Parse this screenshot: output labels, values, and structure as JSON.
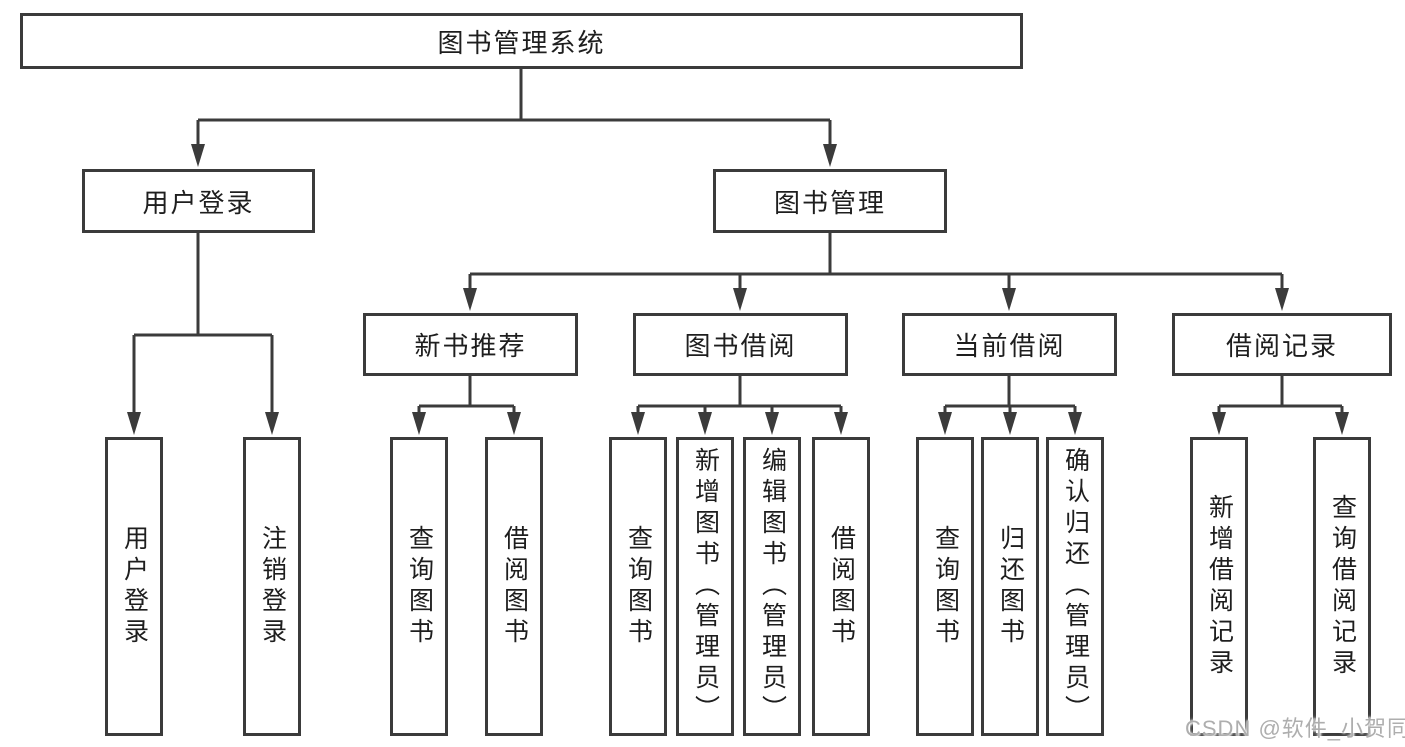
{
  "diagram": {
    "type": "tree-structure-chart",
    "root": {
      "label": "图书管理系统",
      "children": [
        {
          "label": "用户登录",
          "children": [
            {
              "label": "用户登录"
            },
            {
              "label": "注销登录"
            }
          ]
        },
        {
          "label": "图书管理",
          "children": [
            {
              "label": "新书推荐",
              "children": [
                {
                  "label": "查询图书"
                },
                {
                  "label": "借阅图书"
                }
              ]
            },
            {
              "label": "图书借阅",
              "children": [
                {
                  "label": "查询图书"
                },
                {
                  "label": "新增图书（管理员）"
                },
                {
                  "label": "编辑图书（管理员）"
                },
                {
                  "label": "借阅图书"
                }
              ]
            },
            {
              "label": "当前借阅",
              "children": [
                {
                  "label": "查询图书"
                },
                {
                  "label": "归还图书"
                },
                {
                  "label": "确认归还（管理员）"
                }
              ]
            },
            {
              "label": "借阅记录",
              "children": [
                {
                  "label": "新增借阅记录"
                },
                {
                  "label": "查询借阅记录"
                }
              ]
            }
          ]
        }
      ]
    }
  },
  "watermark": {
    "text": "CSDN @软件_小贺同学"
  },
  "colors": {
    "line": "#3b3b3b",
    "text": "#1e1e1e",
    "background": "#ffffff",
    "watermark": "#aeaeae"
  }
}
